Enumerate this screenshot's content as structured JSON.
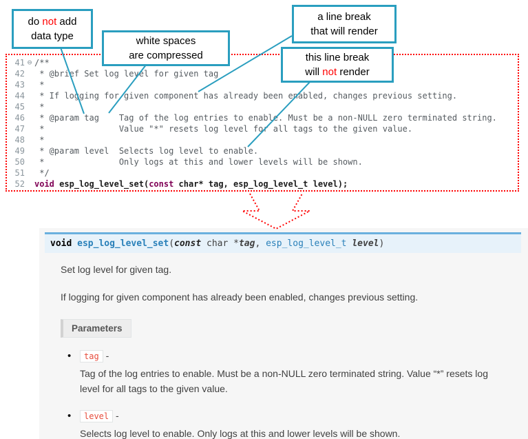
{
  "colors": {
    "callout_border": "#2a9ebf",
    "annotation_red": "#ff0000",
    "code_keyword": "#7f0055",
    "signature_border": "#6ab0de",
    "signature_bg": "#e7f2fa",
    "link_blue": "#2980b9",
    "param_code_red": "#e74c3c"
  },
  "callouts": [
    {
      "lines": [
        [
          {
            "t": "do "
          },
          {
            "t": "not",
            "cls": "red"
          },
          {
            "t": " add"
          }
        ],
        [
          {
            "t": "data type"
          }
        ]
      ]
    },
    {
      "lines": [
        [
          {
            "t": "white spaces"
          }
        ],
        [
          {
            "t": "are compressed"
          }
        ]
      ]
    },
    {
      "lines": [
        [
          {
            "t": "a line break"
          }
        ],
        [
          {
            "t": "that will render"
          }
        ]
      ]
    },
    {
      "lines": [
        [
          {
            "t": "this line break"
          }
        ],
        [
          {
            "t": "will "
          },
          {
            "t": "not",
            "cls": "red"
          },
          {
            "t": " render"
          }
        ]
      ]
    }
  ],
  "code": {
    "lines": [
      {
        "num": "41",
        "fold": "⊖",
        "segments": [
          {
            "t": "/**",
            "cls": "comment"
          }
        ]
      },
      {
        "num": "42",
        "segments": [
          {
            "t": " * @brief Set log level for given tag",
            "cls": "comment"
          }
        ]
      },
      {
        "num": "43",
        "segments": [
          {
            "t": " *",
            "cls": "comment"
          }
        ]
      },
      {
        "num": "44",
        "segments": [
          {
            "t": " * If logging for given component has already been enabled, changes previous setting.",
            "cls": "comment"
          }
        ]
      },
      {
        "num": "45",
        "segments": [
          {
            "t": " *",
            "cls": "comment"
          }
        ]
      },
      {
        "num": "46",
        "segments": [
          {
            "t": " * @param tag    Tag of the log entries to enable. Must be a non-NULL zero terminated string.",
            "cls": "comment"
          }
        ]
      },
      {
        "num": "47",
        "segments": [
          {
            "t": " *               Value \"*\" resets log level for all tags to the given value.",
            "cls": "comment"
          }
        ]
      },
      {
        "num": "48",
        "segments": [
          {
            "t": " *",
            "cls": "comment"
          }
        ]
      },
      {
        "num": "49",
        "segments": [
          {
            "t": " * @param level  Selects log level to enable.",
            "cls": "comment"
          }
        ]
      },
      {
        "num": "50",
        "segments": [
          {
            "t": " *               Only logs at this and lower levels will be shown.",
            "cls": "comment"
          }
        ]
      },
      {
        "num": "51",
        "segments": [
          {
            "t": " */",
            "cls": "comment"
          }
        ]
      },
      {
        "num": "52",
        "segments": [
          {
            "t": "void",
            "cls": "kw"
          },
          {
            "t": " esp_log_level_set(",
            "cls": "plain"
          },
          {
            "t": "const",
            "cls": "kw"
          },
          {
            "t": " char* tag, esp_log_level_t level);",
            "cls": "plain"
          }
        ]
      }
    ]
  },
  "doc": {
    "signature": [
      {
        "t": "void ",
        "cls": "sig-kw"
      },
      {
        "t": "esp_log_level_set",
        "cls": "sig-name"
      },
      {
        "t": "(",
        "cls": "sig-plain"
      },
      {
        "t": "const",
        "cls": "sig-kw-italic"
      },
      {
        "t": " char *",
        "cls": "sig-plain"
      },
      {
        "t": "tag",
        "cls": "sig-param"
      },
      {
        "t": ", ",
        "cls": "sig-plain"
      },
      {
        "t": "esp_log_level_t ",
        "cls": "sig-type"
      },
      {
        "t": "level",
        "cls": "sig-param"
      },
      {
        "t": ")",
        "cls": "sig-plain"
      }
    ],
    "brief": "Set log level for given tag.",
    "description": "If logging for given component has already been enabled, changes previous setting.",
    "parameters_label": "Parameters",
    "params": [
      {
        "name": "tag",
        "sep": " -",
        "desc": "Tag of the log entries to enable. Must be a non-NULL zero terminated string. Value “*” resets log level for all tags to the given value."
      },
      {
        "name": "level",
        "sep": " -",
        "desc": "Selects log level to enable. Only logs at this and lower levels will be shown."
      }
    ]
  }
}
